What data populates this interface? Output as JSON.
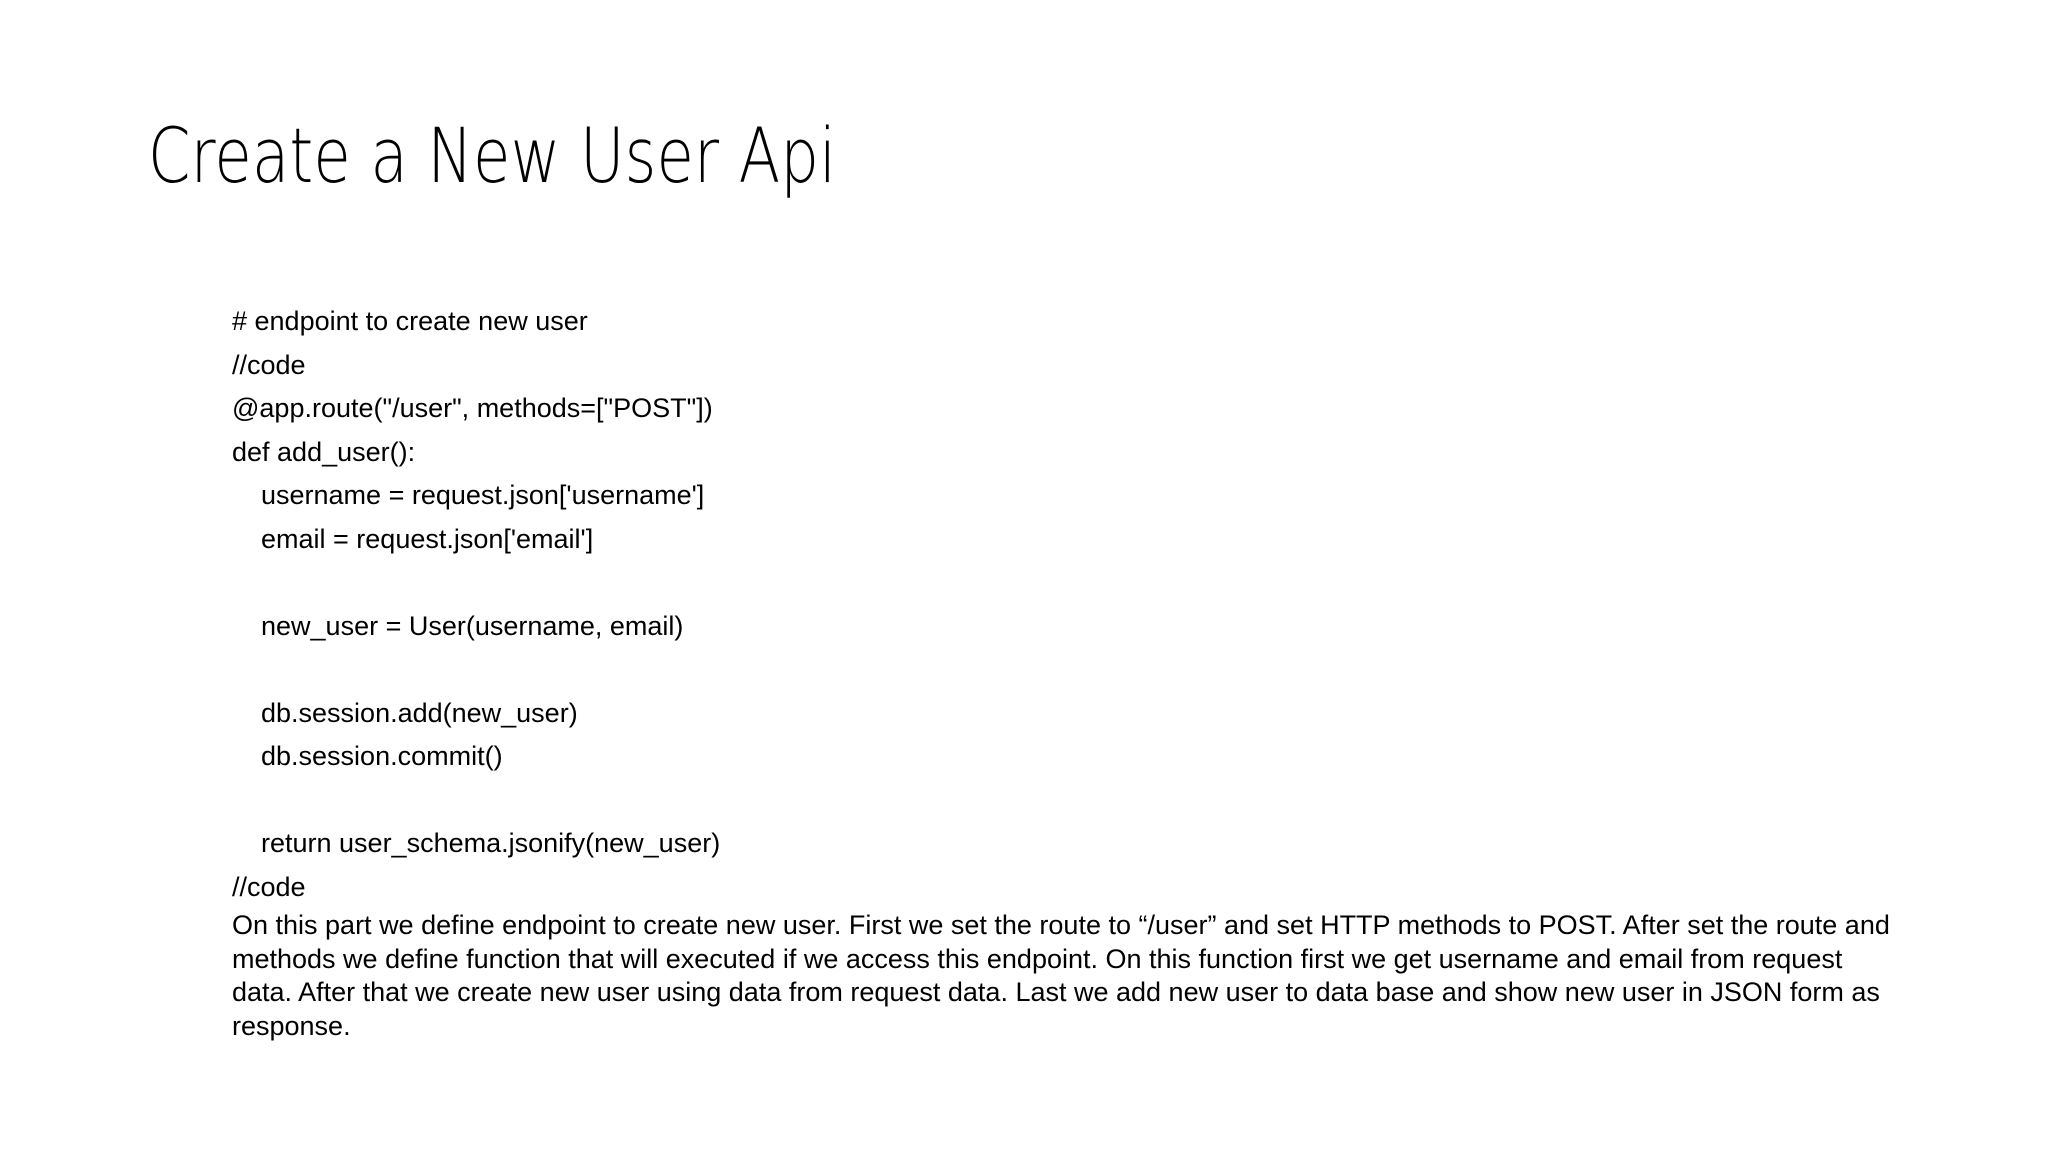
{
  "slide": {
    "background_color": "#ffffff",
    "text_color": "#000000",
    "title": "Create a New User Api"
  },
  "code_block": {
    "lines": [
      {
        "text": "# endpoint to create new user",
        "indent": 0
      },
      {
        "text": "//code",
        "indent": 0
      },
      {
        "text": "@app.route(\"/user\", methods=[\"POST\"])",
        "indent": 0
      },
      {
        "text": "def add_user():",
        "indent": 0
      },
      {
        "text": "username = request.json['username']",
        "indent": 1
      },
      {
        "text": "email = request.json['email']",
        "indent": 1
      },
      {
        "text": "",
        "indent": 1
      },
      {
        "text": "new_user = User(username, email)",
        "indent": 1
      },
      {
        "text": "",
        "indent": 1
      },
      {
        "text": "db.session.add(new_user)",
        "indent": 1
      },
      {
        "text": "db.session.commit()",
        "indent": 1
      },
      {
        "text": "",
        "indent": 1
      },
      {
        "text": "return user_schema.jsonify(new_user)",
        "indent": 1
      },
      {
        "text": "//code",
        "indent": 0
      }
    ]
  },
  "explanation": {
    "paragraph": "On this part we define endpoint to create new user. First we set the route to “/user” and set HTTP methods to POST. After set the route and methods we define function that will executed if we access this endpoint. On this function first we get username and email from request data. After that we create new user using data from request data. Last we add new user to data base and show new user in JSON form as response."
  }
}
